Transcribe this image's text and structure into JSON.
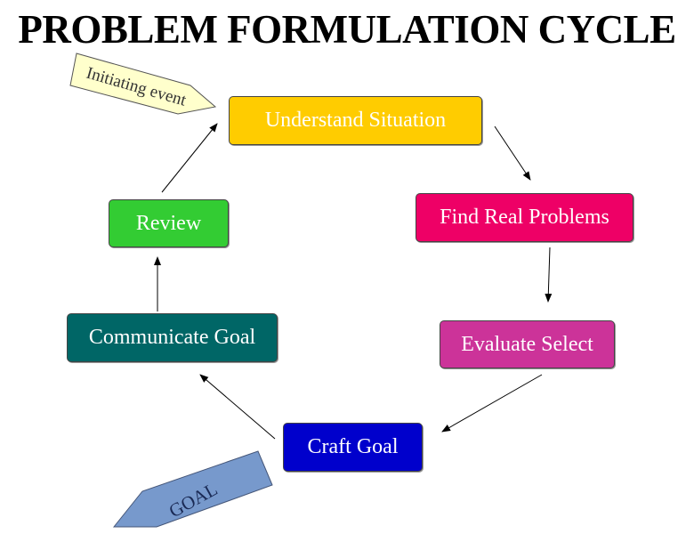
{
  "title": "PROBLEM FORMULATION CYCLE",
  "colors": {
    "understand": "#ffcc00",
    "find_real_problems": "#ee0066",
    "evaluate_select": "#cc3399",
    "craft_goal": "#0000cc",
    "communicate_goal": "#006666",
    "review": "#33cc33",
    "initiating_event_tag": "#ffffcc",
    "goal_tag": "#7799cc"
  },
  "nodes": {
    "understand_situation": "Understand Situation",
    "find_real_problems": "Find Real Problems",
    "evaluate_select": "Evaluate Select",
    "craft_goal": "Craft Goal",
    "communicate_goal": "Communicate Goal",
    "review": "Review"
  },
  "tags": {
    "initiating_event": "Initiating event",
    "goal": "GOAL"
  }
}
